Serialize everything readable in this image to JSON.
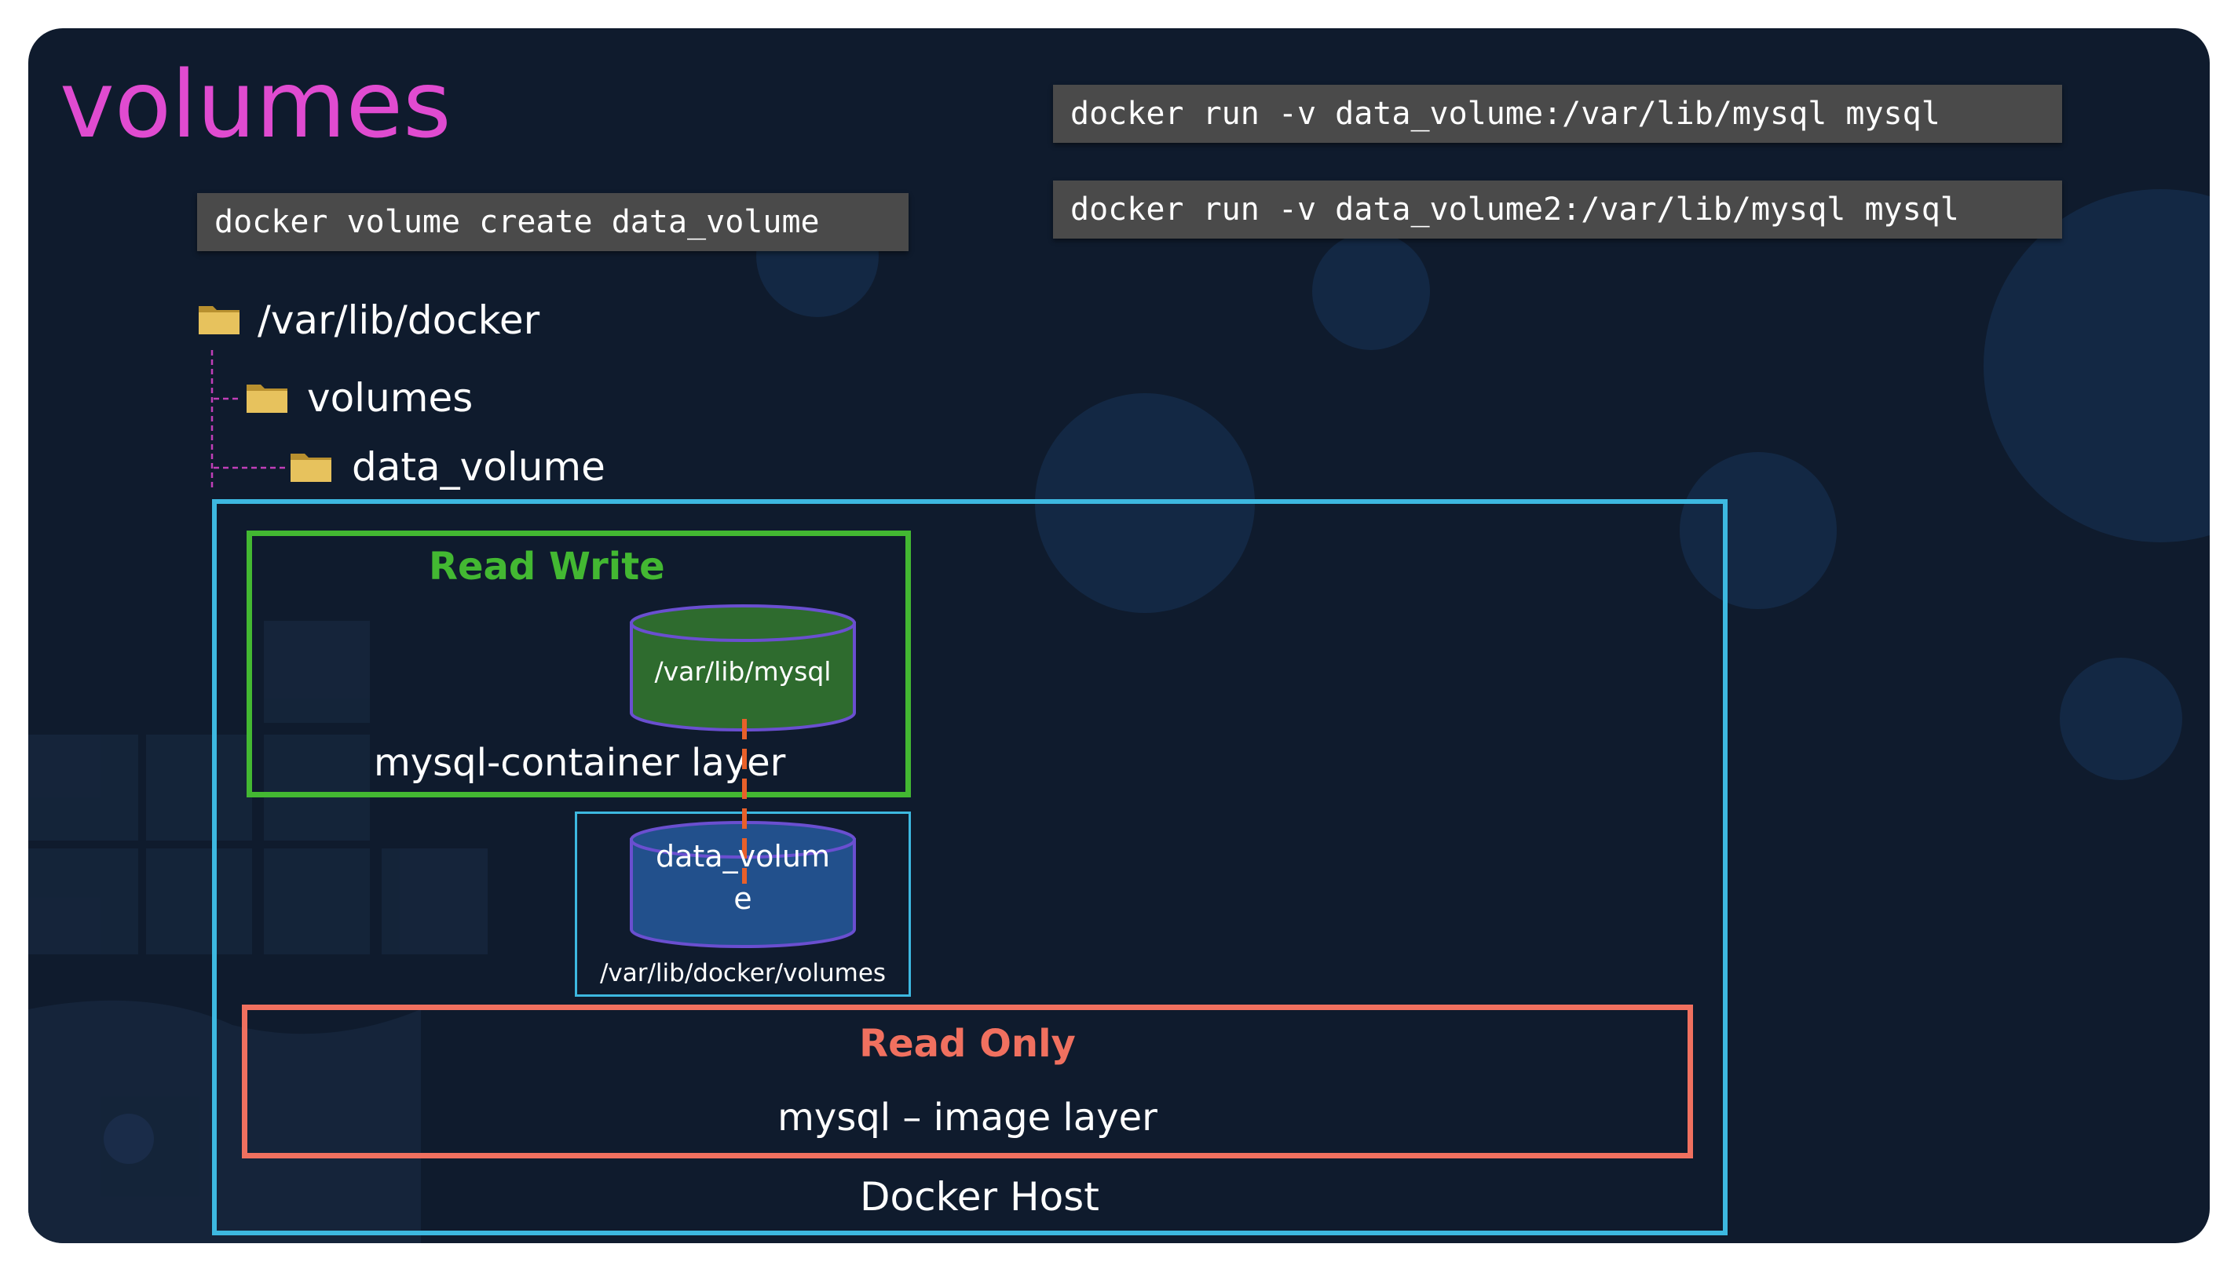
{
  "slide_title": "volumes",
  "commands": {
    "create": "docker volume create data_volume",
    "run1": "docker run -v data_volume:/var/lib/mysql mysql",
    "run2": "docker run -v data_volume2:/var/lib/mysql mysql"
  },
  "tree": {
    "root": "/var/lib/docker",
    "child": "volumes",
    "grandchild": "data_volume"
  },
  "diagram": {
    "host_label": "Docker Host",
    "rw_title": "Read Write",
    "rw_layer": "mysql-container layer",
    "container_mount": "/var/lib/mysql",
    "volume_line1": "data_volum",
    "volume_line2": "e",
    "volume_path": "/var/lib/docker/volumes",
    "ro_title": "Read Only",
    "ro_layer": "mysql – image layer"
  },
  "colors": {
    "background": "#0f1b2d",
    "title": "#e04bd0",
    "host_border": "#3db8e0",
    "rw_border": "#43b832",
    "ro_border": "#f0705f",
    "container_cylinder": "#2e6b2e",
    "volume_cylinder": "#22508c",
    "link_line": "#e8602a"
  }
}
